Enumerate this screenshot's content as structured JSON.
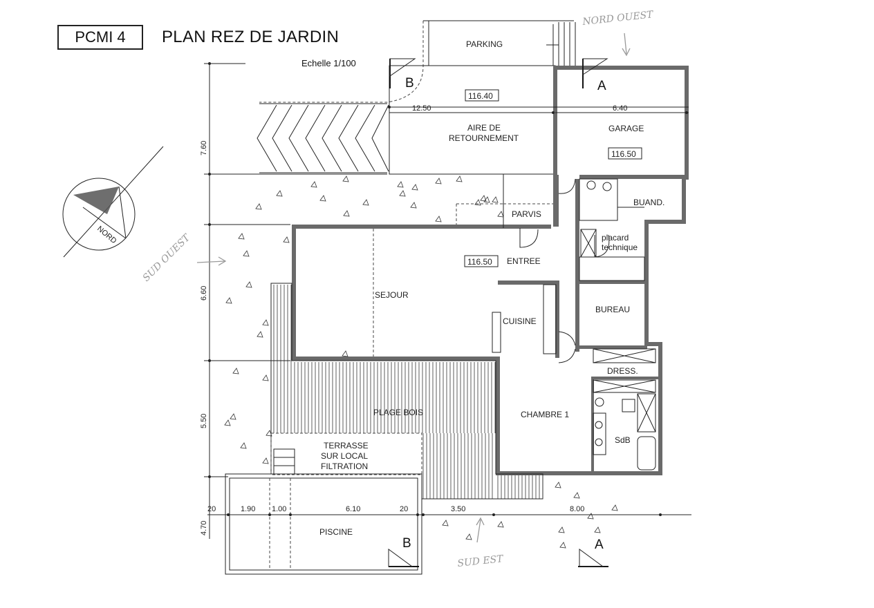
{
  "header": {
    "sheet_code": "PCMI 4",
    "title": "PLAN REZ DE JARDIN",
    "scale": "Echelle 1/100"
  },
  "rooms": {
    "parking": "PARKING",
    "aire_line1": "AIRE DE",
    "aire_line2": "RETOURNEMENT",
    "garage": "GARAGE",
    "buanderie": "BUAND.",
    "parvis": "PARVIS",
    "placard_line1": "placard",
    "placard_line2": "technique",
    "entree": "ENTREE",
    "sejour": "SEJOUR",
    "cuisine": "CUISINE",
    "bureau": "BUREAU",
    "dressing": "DRESS.",
    "chambre": "CHAMBRE 1",
    "sdb": "SdB",
    "plage": "PLAGE BOIS",
    "terrasse_line1": "TERRASSE",
    "terrasse_line2": "SUR LOCAL",
    "terrasse_line3": "FILTRATION",
    "piscine": "PISCINE"
  },
  "levels": {
    "aire": "116.40",
    "garage": "116.50",
    "entree": "116.50"
  },
  "dimensions": {
    "aire_width": "12.50",
    "garage_width": "6.40",
    "v_7_60": "7.60",
    "v_6_60": "6.60",
    "v_5_50": "5.50",
    "v_4_70": "4.70",
    "b_20a": "20",
    "b_1_90": "1.90",
    "b_1_00": "1.00",
    "b_6_10": "6.10",
    "b_20b": "20",
    "b_3_50": "3.50",
    "b_8_00": "8.00"
  },
  "section_marks": {
    "a": "A",
    "b": "B"
  },
  "compass": {
    "label": "NORD"
  },
  "annotations": {
    "nord_ouest": "NORD OUEST",
    "sud_ouest": "SUD OUEST",
    "sud_est": "SUD EST"
  }
}
